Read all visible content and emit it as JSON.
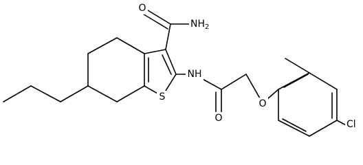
{
  "molecule": {
    "atoms": {
      "amide_o": "O",
      "amide_n": "NH2",
      "ring_s": "S",
      "nh": "NH",
      "carbonyl_o": "O",
      "ether_o": "O",
      "cl": "Cl"
    }
  }
}
